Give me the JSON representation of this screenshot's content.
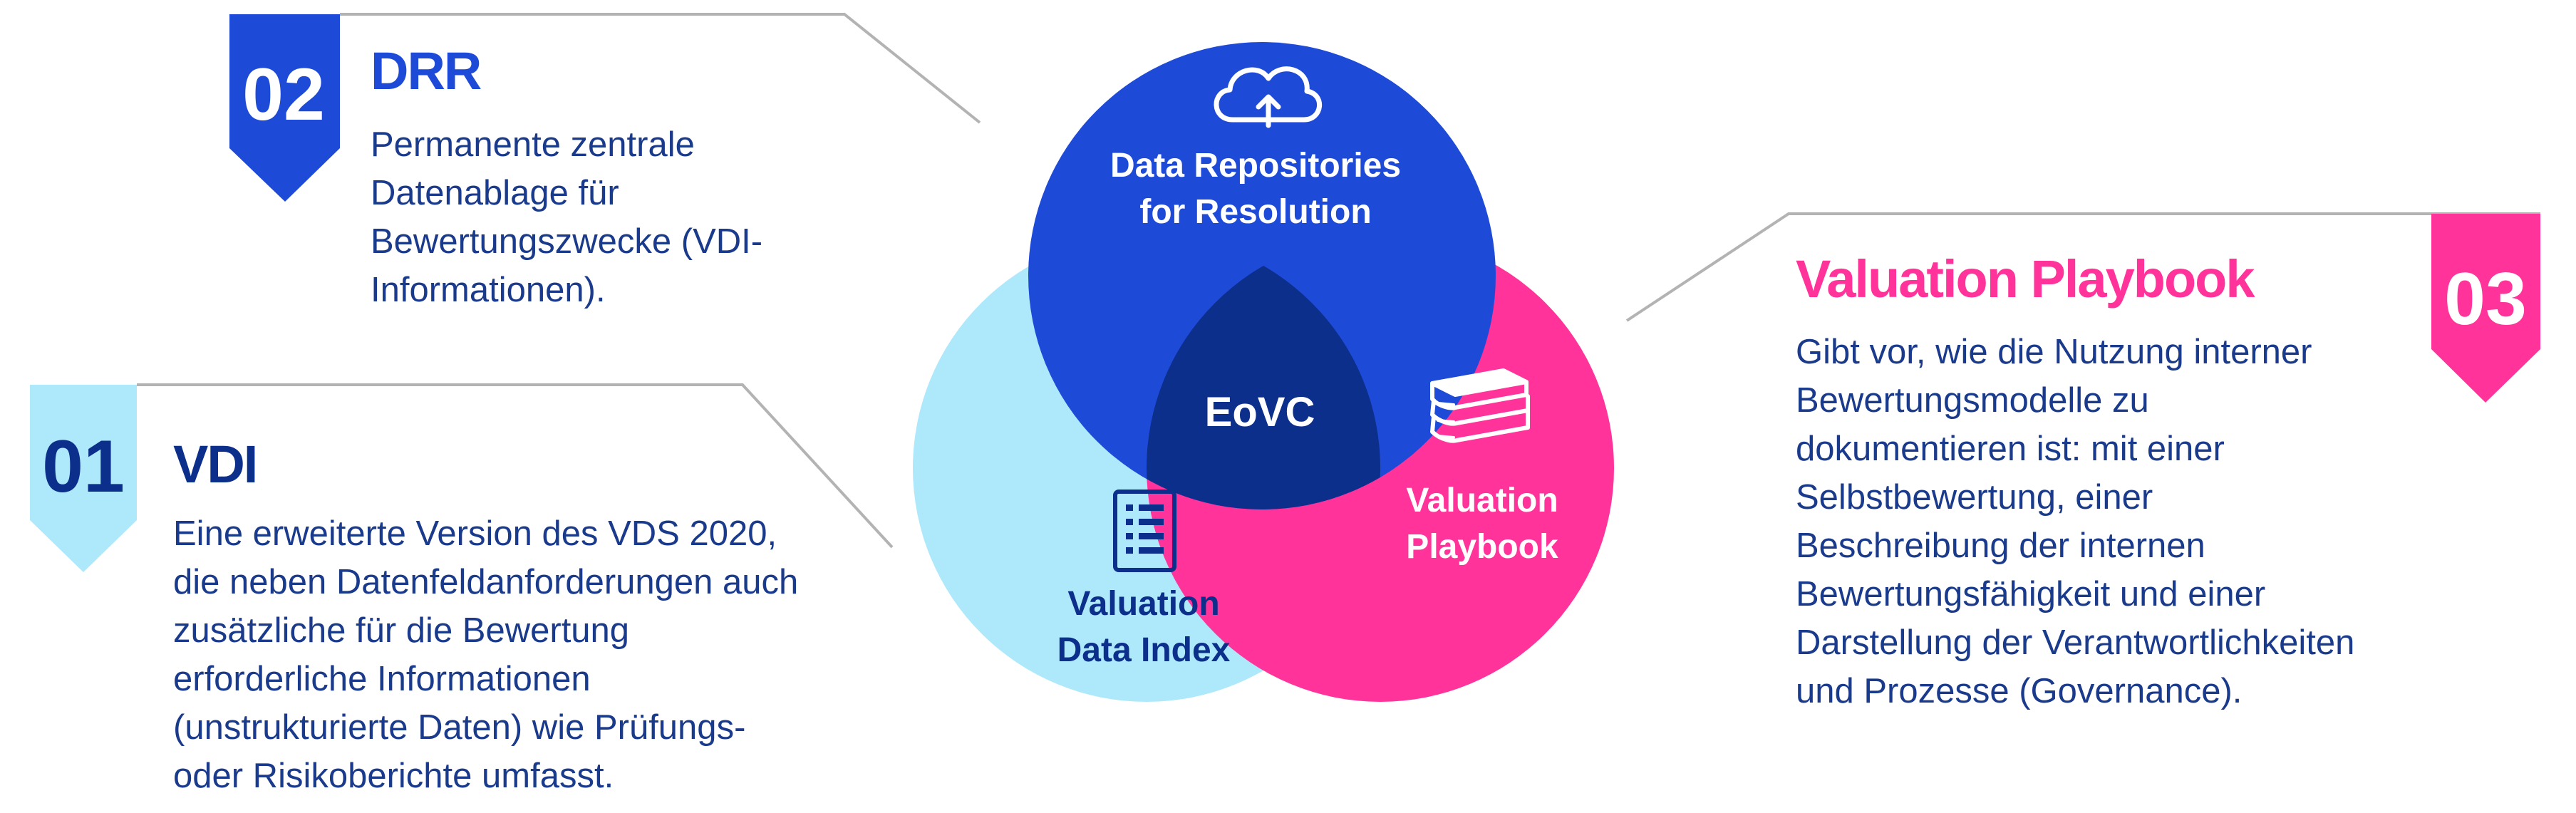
{
  "venn": {
    "top": {
      "label_line1": "Data Repositories",
      "label_line2": "for Resolution",
      "icon": "cloud-upload-icon",
      "color": "#1e4ad8"
    },
    "right": {
      "label_line1": "Valuation",
      "label_line2": "Playbook",
      "icon": "books-icon",
      "color": "#ff3399"
    },
    "left": {
      "label_line1": "Valuation",
      "label_line2": "Data Index",
      "icon": "document-list-icon",
      "color": "#aee8fb"
    },
    "center": {
      "label": "EoVC",
      "color": "#0b2f8a"
    }
  },
  "callouts": {
    "drr": {
      "number": "02",
      "heading": "DRR",
      "lines": [
        "Permanente zentrale",
        "Datenablage für",
        "Bewertungszwecke (VDI-",
        "Informationen)."
      ],
      "color": "#1e4ad8"
    },
    "vdi": {
      "number": "01",
      "heading": "VDI",
      "lines": [
        "Eine erweiterte Version des VDS 2020,",
        "die neben Datenfeldanforderungen auch",
        "zusätzliche für die Bewertung",
        "erforderliche Informationen",
        "(unstrukturierte Daten) wie Prüfungs-",
        "oder Risikoberichte umfasst."
      ],
      "color": "#aee8fb"
    },
    "playbook": {
      "number": "03",
      "heading": "Valuation Playbook",
      "lines": [
        "Gibt vor, wie die Nutzung interner",
        "Bewertungsmodelle zu",
        "dokumentieren ist: mit einer",
        "Selbstbewertung, einer",
        "Beschreibung der internen",
        "Bewertungsfähigkeit und einer",
        "Darstellung der Verantwortlichkeiten",
        "und Prozesse (Governance)."
      ],
      "color": "#ff3399"
    }
  },
  "colors": {
    "connector": "#b3b3b3",
    "text": "#1a3a8c",
    "dark_blue": "#0b2f8a"
  }
}
